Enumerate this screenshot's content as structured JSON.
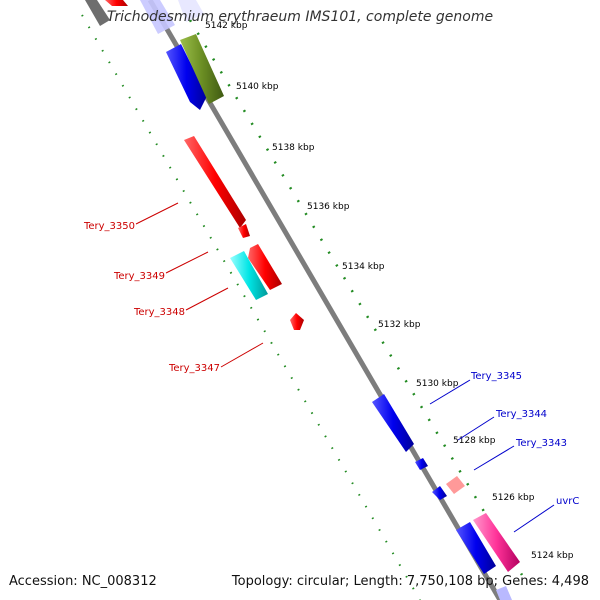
{
  "title": "Trichodesmium erythraeum IMS101, complete genome",
  "footer": {
    "accession": "Accession: NC_008312",
    "summary": "Topology: circular; Length: 7,750,108 bp; Genes: 4,498"
  },
  "ticks": [
    "5124 kbp",
    "5126 kbp",
    "5128 kbp",
    "5130 kbp",
    "5132 kbp",
    "5134 kbp",
    "5136 kbp",
    "5138 kbp",
    "5140 kbp",
    "5142 kbp"
  ],
  "genes_reverse": [
    "Tery_3350",
    "Tery_3349",
    "Tery_3348",
    "Tery_3347"
  ],
  "genes_forward": [
    "Tery_3345",
    "Tery_3344",
    "Tery_3343",
    "uvrC"
  ],
  "colors": {
    "backbone": "#8a8a8a",
    "forward_gene": "#0000ee",
    "reverse_gene": "#ff0000",
    "highlight_cyan": "#00e5e5",
    "olive": "#6b8e23",
    "pink": "#ff3399",
    "label_forward": "#0000cc",
    "label_reverse": "#cc0000",
    "tick_dots": "#228b22"
  }
}
